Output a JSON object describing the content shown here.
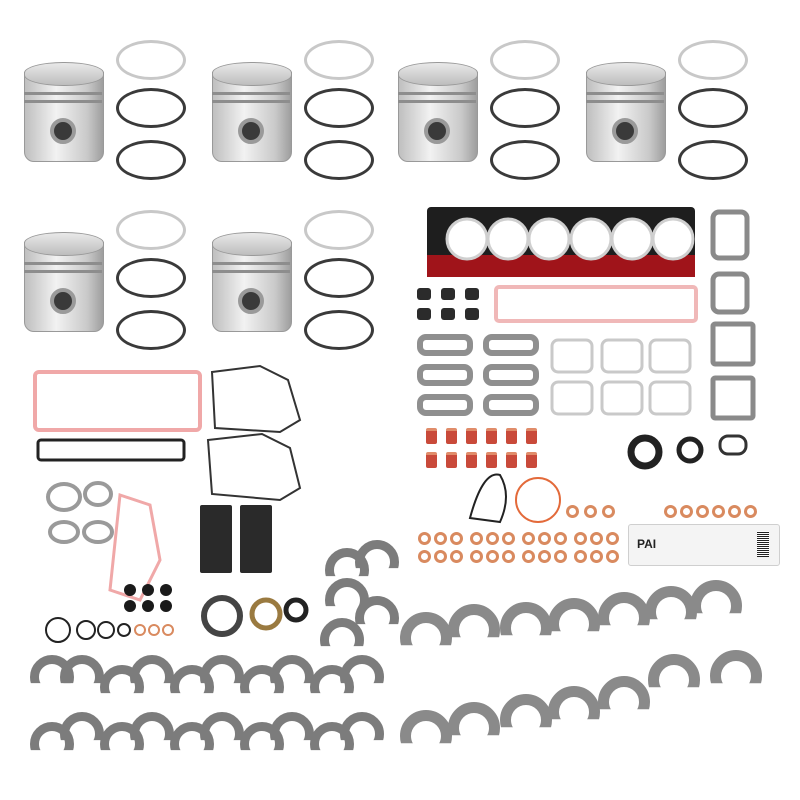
{
  "image": {
    "subject": "Engine rebuild kit product photo",
    "background_color": "#ffffff",
    "components": {
      "pistons": {
        "count": 6,
        "with_ring_sets": true,
        "rings_per_piston": 3
      },
      "head_gasket": {
        "cylinders": 6,
        "colors": [
          "#1e1e1e",
          "#a0141a",
          "#cfcfcf"
        ]
      },
      "valve_stem_seals": {
        "count": 6
      },
      "manifold_gaskets": {
        "count": 6
      },
      "valve_cover_gaskets": {
        "count": 6
      },
      "turbo_and_flange_gaskets": {
        "count": 4
      },
      "oil_pan_gasket": true,
      "timing_cover_gaskets": 2,
      "copper_washers": true,
      "o_rings": true,
      "rod_and_main_bearings": true,
      "thrust_bearing": true
    },
    "label_card": {
      "brand": "PAI"
    },
    "accent_colors": {
      "gasket_red": "#a0141a",
      "copper": "#d98a5f",
      "pink_gasket": "#f0b8b8",
      "bearing_gray": "#7c7c7c"
    }
  }
}
